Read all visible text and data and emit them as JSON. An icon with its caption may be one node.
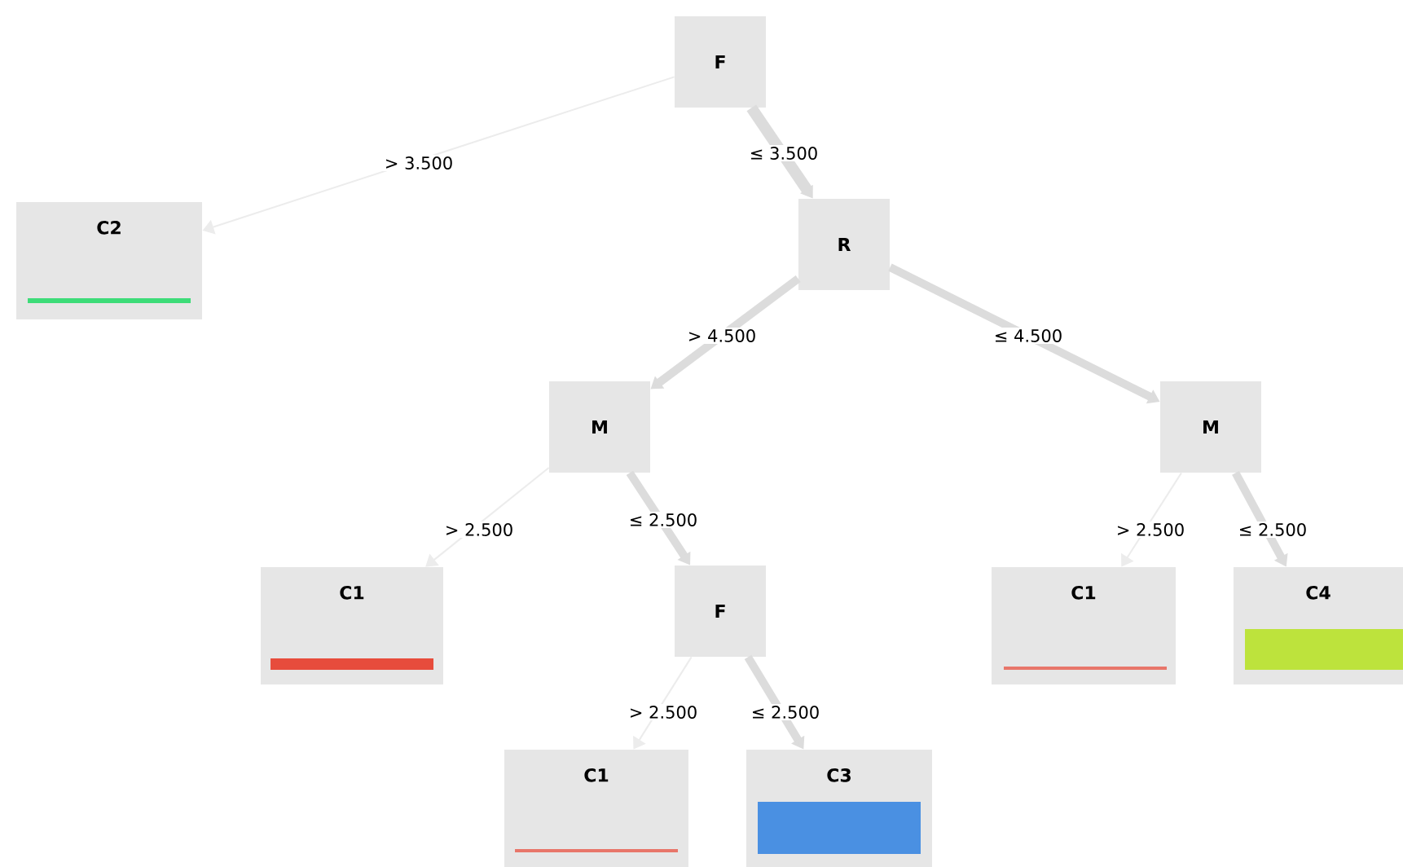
{
  "diagram": {
    "nodes": [
      {
        "text": [
          "F"
        ]
      },
      {
        "text": [
          "C2"
        ]
      },
      {
        "text": [
          "R"
        ]
      },
      {
        "text": [
          "M"
        ]
      },
      {
        "text": [
          "M"
        ]
      },
      {
        "text": [
          "C1"
        ]
      },
      {
        "text": [
          "F"
        ]
      },
      {
        "text": [
          "C1"
        ]
      },
      {
        "text": [
          "C4"
        ]
      },
      {
        "text": [
          "C1"
        ]
      },
      {
        "text": [
          "C3"
        ]
      }
    ],
    "edges": [
      {
        "from": 0,
        "to": 1,
        "arrow": "to",
        "label": "> 3.500",
        "color": "#ececec"
      },
      {
        "from": 0,
        "to": 2,
        "arrow": "to",
        "label": "≤ 3.500"
      },
      {
        "from": 2,
        "to": 3,
        "arrow": "to",
        "label": "> 4.500"
      },
      {
        "from": 2,
        "to": 4,
        "arrow": "to",
        "label": "≤ 4.500"
      },
      {
        "from": 3,
        "to": 5,
        "arrow": "to",
        "label": "> 2.500",
        "color": "#ececec"
      },
      {
        "from": 3,
        "to": 6,
        "arrow": "to",
        "label": "≤ 2.500"
      },
      {
        "from": 4,
        "to": 7,
        "arrow": "to",
        "label": "> 2.500",
        "color": "#ececec"
      },
      {
        "from": 4,
        "to": 8,
        "arrow": "to",
        "label": "≤ 2.500"
      },
      {
        "from": 6,
        "to": 9,
        "arrow": "to",
        "label": "> 2.500",
        "color": "#ececec"
      },
      {
        "from": 6,
        "to": 10,
        "arrow": "to",
        "label": "≤ 2.500"
      }
    ]
  }
}
